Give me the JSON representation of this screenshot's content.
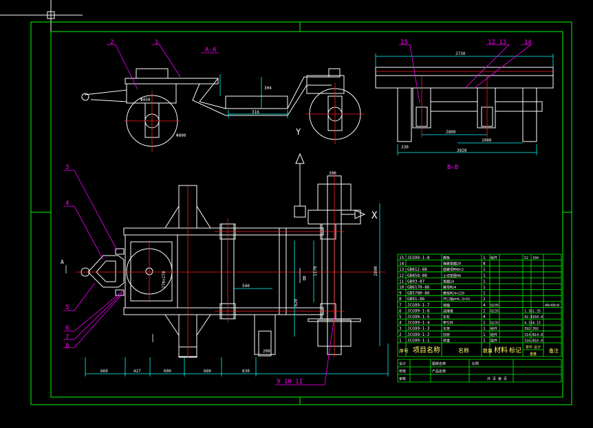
{
  "colors": {
    "frame": "#00ff00",
    "geometry": "#ffffff",
    "leader": "#ff00ff",
    "dim": "#00ffff",
    "center": "#ff2020",
    "table_text": "#ffff66"
  },
  "views": {
    "side_title": "A-A",
    "rear_title": "B-B",
    "arrow_y": "Y",
    "arrow_x": "X",
    "arrow_a": "A",
    "section_b": "B"
  },
  "balloons": {
    "b1": "1",
    "b2": "2",
    "b3": "3",
    "b4": "4",
    "b5": "5",
    "b6": "6",
    "b7": "7",
    "b8": "8",
    "b9_11": "9  10  11",
    "b12_13": "12  13",
    "b14": "14",
    "b15": "15"
  },
  "dimensions": {
    "top_width": "2730",
    "rear_overall": "3020",
    "rear_track_1": "2800",
    "rear_track_2": "1080",
    "rear_left": "230",
    "side_wheel": "Φ800",
    "side_small": "Φ450",
    "side_304": "304",
    "side_316": "316",
    "plan_height": "2890",
    "plan_b": "1170",
    "plan_540": "540",
    "plan_270": "270×270",
    "plan_c": "620",
    "bottom_dims": [
      "660",
      "427",
      "600",
      "660",
      "630"
    ],
    "plan_300": "300",
    "plan_200": "200"
  },
  "parts_table": {
    "rows": [
      {
        "no": "15",
        "code": "JCG99-1-8",
        "name": "脚板",
        "qty": "1",
        "mat": "组件",
        "spec": "52",
        "mass": "104"
      },
      {
        "no": "14",
        "code": "",
        "name": "弹簧垫圈20",
        "qty": "8",
        "mat": "",
        "spec": "",
        "mass": ""
      },
      {
        "no": "13",
        "code": "GB812-88",
        "name": "圆螺母M48×2",
        "qty": "1",
        "mat": "",
        "spec": "",
        "mass": ""
      },
      {
        "no": "12",
        "code": "GB858-88",
        "name": "止动垫圈48",
        "qty": "1",
        "mat": "",
        "spec": "",
        "mass": ""
      },
      {
        "no": "11",
        "code": "GB93-87",
        "name": "垫圈24",
        "qty": "1",
        "mat": "",
        "spec": "",
        "mass": ""
      },
      {
        "no": "10",
        "code": "GB6170-86",
        "name": "螺母M24",
        "qty": "1",
        "mat": "",
        "spec": "",
        "mass": ""
      },
      {
        "no": "9",
        "code": "GB5780-86",
        "name": "螺栓M24×220",
        "qty": "1",
        "mat": "",
        "spec": "",
        "mass": ""
      },
      {
        "no": "8",
        "code": "GB91-86",
        "name": "开口销d=6.3×55",
        "qty": "2",
        "mat": "",
        "spec": "",
        "mass": ""
      },
      {
        "no": "7",
        "code": "JCG99-1-7",
        "name": "销轴",
        "qty": "4",
        "mat": "Q235",
        "spec": "",
        "mass": "",
        "note": "48×60×8"
      },
      {
        "no": "6",
        "code": "JCG99-1-6",
        "name": "连接板",
        "qty": "2",
        "mat": "Q235",
        "spec": "1.35",
        "mass": "1.35"
      },
      {
        "no": "5",
        "code": "JCG99-1-5",
        "name": "车轮",
        "qty": "4",
        "mat": "",
        "spec": "42.4",
        "mass": "169.4"
      },
      {
        "no": "4",
        "code": "JCG99-1-4",
        "name": "牵引杆",
        "qty": "1",
        "mat": "Q235",
        "spec": "4.15",
        "mass": "4.15"
      },
      {
        "no": "3",
        "code": "JCG99-1-3",
        "name": "车架",
        "qty": "1",
        "mat": "组件",
        "spec": "392",
        "mass": "392"
      },
      {
        "no": "2",
        "code": "JCG99-1-2",
        "name": "前桥",
        "qty": "1",
        "mat": "组件",
        "spec": "314.8",
        "mass": "314.8"
      },
      {
        "no": "1",
        "code": "JCG99-1-1",
        "name": "转盘",
        "qty": "1",
        "mat": "组件",
        "spec": "316.0",
        "mass": "316.0"
      }
    ],
    "header": {
      "no": "序号",
      "project": "项目名称",
      "name": "名称",
      "qty": "数量",
      "mat": "材料",
      "mark": "标记",
      "single": "单件",
      "total": "总计",
      "mass": "重量",
      "note": "备注"
    },
    "title_block": {
      "row1_a": "设计",
      "row1_b": "图纸名称",
      "row1_c": "比例",
      "row2_a": "校核",
      "row2_b": "产品名称",
      "row3_a": "审核",
      "row3_c": "共  页  第  页"
    }
  }
}
